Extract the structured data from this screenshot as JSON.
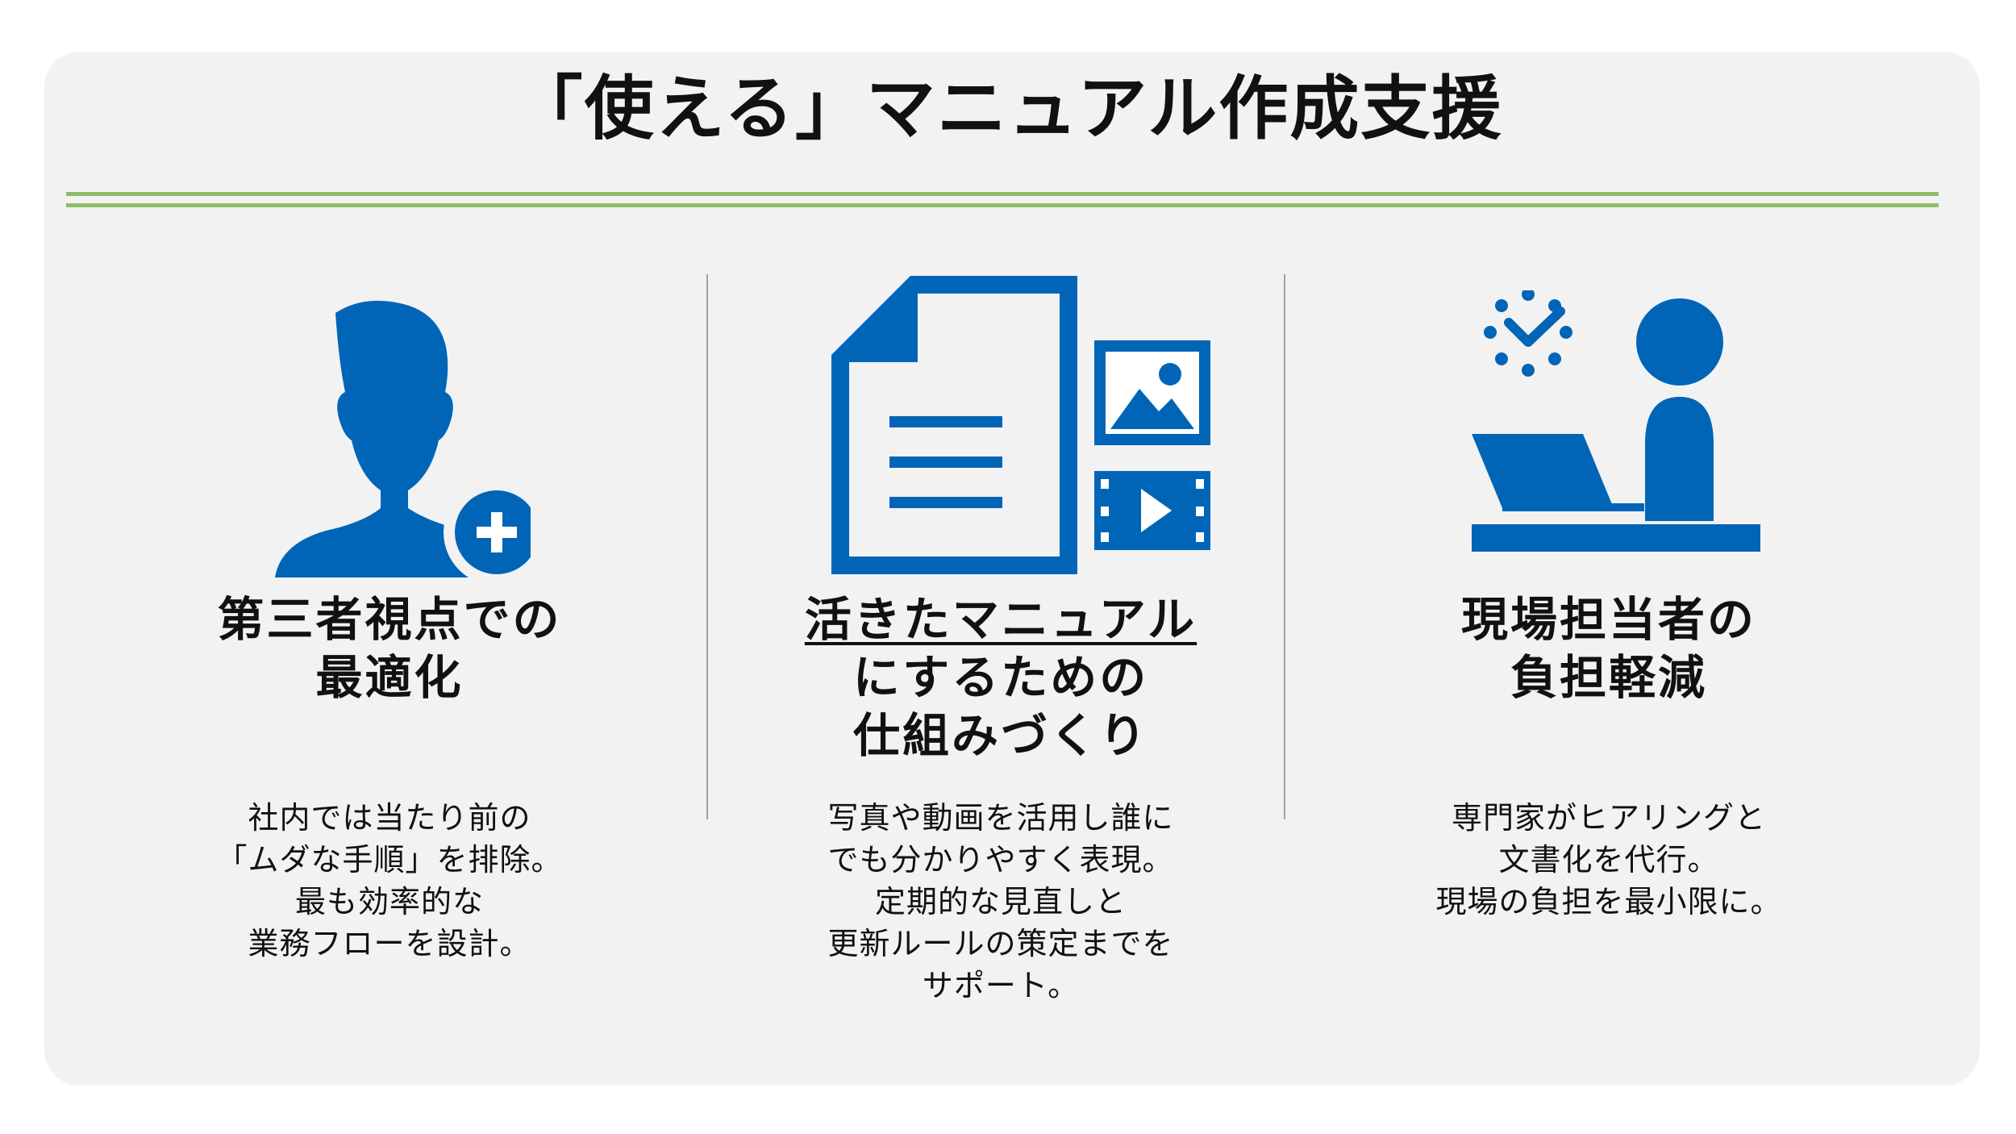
{
  "title": "「使える」マニュアル作成支援",
  "colors": {
    "panel_bg": "#f2f2f2",
    "icon_blue": "#0065b7",
    "rule_green": "#8dbd6a",
    "divider": "#9aa3b5",
    "text": "#111111"
  },
  "columns": [
    {
      "icon": "person-add-icon",
      "heading_lines": [
        "第三者視点での",
        "最適化"
      ],
      "desc_lines": [
        "社内では当たり前の",
        "「ムダな手順」を排除。",
        "最も効率的な",
        "業務フローを設計。"
      ]
    },
    {
      "icon": "document-media-icon",
      "heading_lines": [
        "活きたマニュアル",
        "にするための",
        "仕組みづくり"
      ],
      "desc_lines": [
        "写真や動画を活用し誰に",
        "でも分かりやすく表現。",
        "定期的な見直しと",
        "更新ルールの策定までを",
        "サポート。"
      ]
    },
    {
      "icon": "person-laptop-clock-icon",
      "heading_lines": [
        "現場担当者の",
        "負担軽減"
      ],
      "desc_lines": [
        "専門家がヒアリングと",
        "文書化を代行。",
        "現場の負担を最小限に。"
      ]
    }
  ]
}
